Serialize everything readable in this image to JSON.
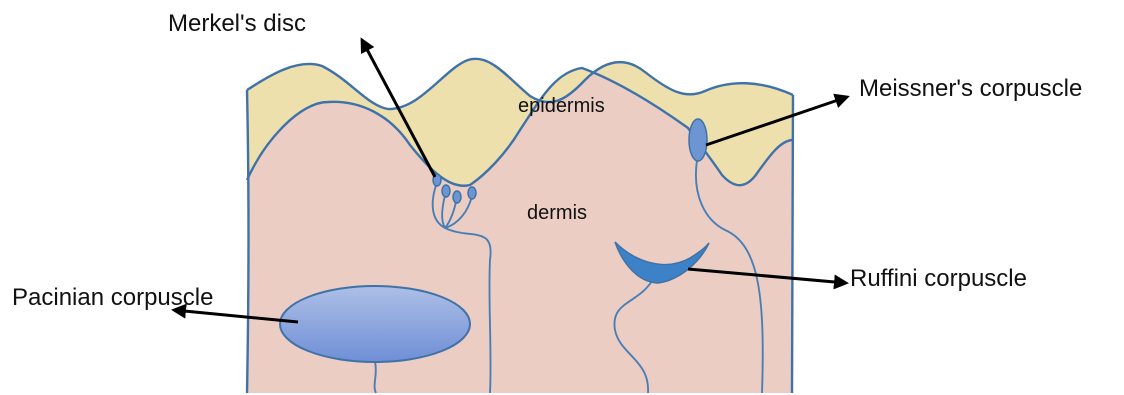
{
  "labels": {
    "merkel": "Merkel's disc",
    "meissner": "Meissner's corpuscle",
    "pacinian": "Pacinian corpuscle",
    "ruffini": "Ruffini corpuscle",
    "epidermis": "epidermis",
    "dermis": "dermis"
  },
  "colors": {
    "epidermis_fill": "#ede0ad",
    "dermis_fill": "#ebcdc4",
    "outline": "#3f72a8",
    "receptor_fill": "#6c95d2",
    "ruffini_fill": "#3d82c6",
    "arrow": "#000000"
  }
}
